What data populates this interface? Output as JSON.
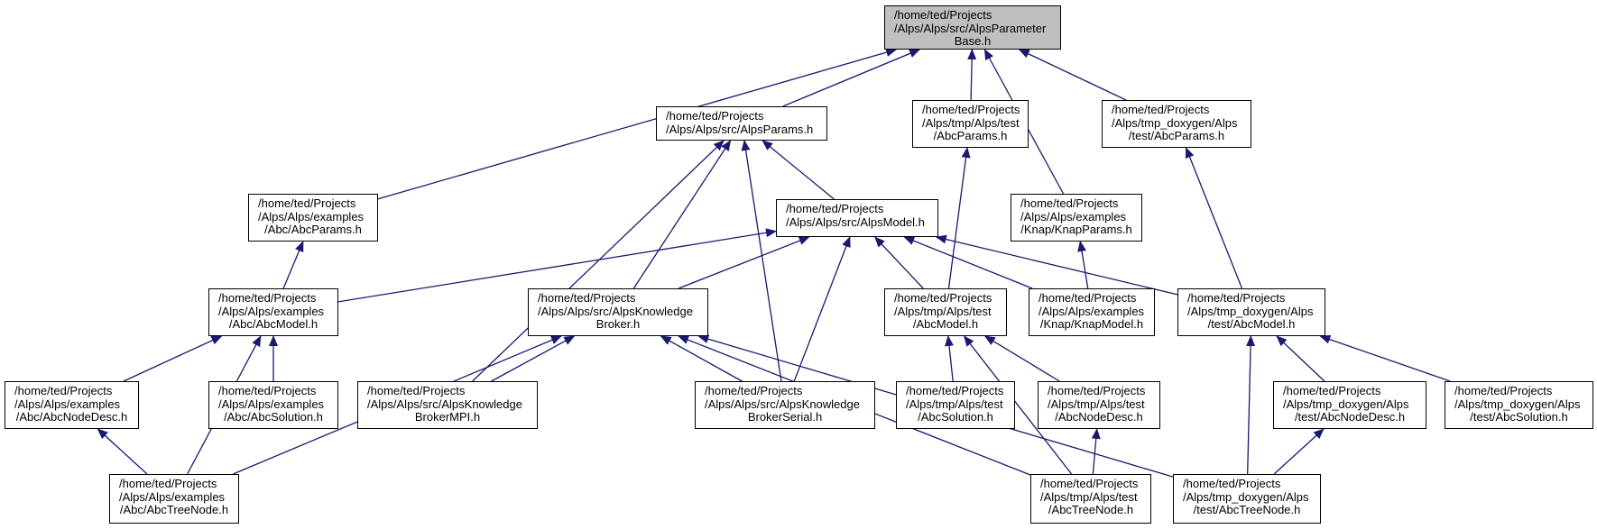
{
  "graph": {
    "edge_color": "#191970",
    "root_fill": "#bfbfbf",
    "nodes": [
      {
        "id": "root",
        "lines": [
          "/home/ted/Projects",
          "/Alps/Alps/src/AlpsParameter",
          "Base.h"
        ]
      },
      {
        "id": "alpsparams",
        "lines": [
          "/home/ted/Projects",
          "/Alps/Alps/src/AlpsParams.h"
        ]
      },
      {
        "id": "tmpparams",
        "lines": [
          "/home/ted/Projects",
          "/Alps/tmp/Alps/test",
          "/AbcParams.h"
        ]
      },
      {
        "id": "doxparams",
        "lines": [
          "/home/ted/Projects",
          "/Alps/tmp_doxygen/Alps",
          "/test/AbcParams.h"
        ]
      },
      {
        "id": "exparams",
        "lines": [
          "/home/ted/Projects",
          "/Alps/Alps/examples",
          "/Abc/AbcParams.h"
        ]
      },
      {
        "id": "alpsmodel",
        "lines": [
          "/home/ted/Projects",
          "/Alps/Alps/src/AlpsModel.h"
        ]
      },
      {
        "id": "knapparams",
        "lines": [
          "/home/ted/Projects",
          "/Alps/Alps/examples",
          "/Knap/KnapParams.h"
        ]
      },
      {
        "id": "exmodel",
        "lines": [
          "/home/ted/Projects",
          "/Alps/Alps/examples",
          "/Abc/AbcModel.h"
        ]
      },
      {
        "id": "kbroker",
        "lines": [
          "/home/ted/Projects",
          "/Alps/Alps/src/AlpsKnowledge",
          "Broker.h"
        ]
      },
      {
        "id": "tmpmodel",
        "lines": [
          "/home/ted/Projects",
          "/Alps/tmp/Alps/test",
          "/AbcModel.h"
        ]
      },
      {
        "id": "knapmodel",
        "lines": [
          "/home/ted/Projects",
          "/Alps/Alps/examples",
          "/Knap/KnapModel.h"
        ]
      },
      {
        "id": "doxmodel",
        "lines": [
          "/home/ted/Projects",
          "/Alps/tmp_doxygen/Alps",
          "/test/AbcModel.h"
        ]
      },
      {
        "id": "exnodedesc",
        "lines": [
          "/home/ted/Projects",
          "/Alps/Alps/examples",
          "/Abc/AbcNodeDesc.h"
        ]
      },
      {
        "id": "exsolution",
        "lines": [
          "/home/ted/Projects",
          "/Alps/Alps/examples",
          "/Abc/AbcSolution.h"
        ]
      },
      {
        "id": "brokermpi",
        "lines": [
          "/home/ted/Projects",
          "/Alps/Alps/src/AlpsKnowledge",
          "BrokerMPI.h"
        ]
      },
      {
        "id": "brokerser",
        "lines": [
          "/home/ted/Projects",
          "/Alps/Alps/src/AlpsKnowledge",
          "BrokerSerial.h"
        ]
      },
      {
        "id": "tmpsolution",
        "lines": [
          "/home/ted/Projects",
          "/Alps/tmp/Alps/test",
          "/AbcSolution.h"
        ]
      },
      {
        "id": "tmpnodedesc",
        "lines": [
          "/home/ted/Projects",
          "/Alps/tmp/Alps/test",
          "/AbcNodeDesc.h"
        ]
      },
      {
        "id": "doxnodedesc",
        "lines": [
          "/home/ted/Projects",
          "/Alps/tmp_doxygen/Alps",
          "/test/AbcNodeDesc.h"
        ]
      },
      {
        "id": "doxsolution",
        "lines": [
          "/home/ted/Projects",
          "/Alps/tmp_doxygen/Alps",
          "/test/AbcSolution.h"
        ]
      },
      {
        "id": "extreenode",
        "lines": [
          "/home/ted/Projects",
          "/Alps/Alps/examples",
          "/Abc/AbcTreeNode.h"
        ]
      },
      {
        "id": "tmptreenode",
        "lines": [
          "/home/ted/Projects",
          "/Alps/tmp/Alps/test",
          "/AbcTreeNode.h"
        ]
      },
      {
        "id": "doxtreenode",
        "lines": [
          "/home/ted/Projects",
          "/Alps/tmp_doxygen/Alps",
          "/test/AbcTreeNode.h"
        ]
      }
    ],
    "edges": [
      [
        "root",
        "alpsparams"
      ],
      [
        "root",
        "tmpparams"
      ],
      [
        "root",
        "doxparams"
      ],
      [
        "root",
        "exparams"
      ],
      [
        "root",
        "knapparams"
      ],
      [
        "alpsparams",
        "alpsmodel"
      ],
      [
        "alpsparams",
        "kbroker"
      ],
      [
        "alpsparams",
        "brokermpi"
      ],
      [
        "alpsparams",
        "brokerser"
      ],
      [
        "tmpparams",
        "tmpmodel"
      ],
      [
        "doxparams",
        "doxmodel"
      ],
      [
        "exparams",
        "exmodel"
      ],
      [
        "knapparams",
        "knapmodel"
      ],
      [
        "alpsmodel",
        "exmodel"
      ],
      [
        "alpsmodel",
        "kbroker"
      ],
      [
        "alpsmodel",
        "brokerser"
      ],
      [
        "alpsmodel",
        "tmpmodel"
      ],
      [
        "alpsmodel",
        "knapmodel"
      ],
      [
        "alpsmodel",
        "doxmodel"
      ],
      [
        "exmodel",
        "exnodedesc"
      ],
      [
        "exmodel",
        "exsolution"
      ],
      [
        "exmodel",
        "extreenode"
      ],
      [
        "kbroker",
        "brokermpi"
      ],
      [
        "kbroker",
        "brokerser"
      ],
      [
        "kbroker",
        "extreenode"
      ],
      [
        "kbroker",
        "tmptreenode"
      ],
      [
        "kbroker",
        "doxtreenode"
      ],
      [
        "tmpmodel",
        "tmpsolution"
      ],
      [
        "tmpmodel",
        "tmpnodedesc"
      ],
      [
        "tmpmodel",
        "tmptreenode"
      ],
      [
        "doxmodel",
        "doxnodedesc"
      ],
      [
        "doxmodel",
        "doxsolution"
      ],
      [
        "doxmodel",
        "doxtreenode"
      ],
      [
        "exnodedesc",
        "extreenode"
      ],
      [
        "tmpnodedesc",
        "tmptreenode"
      ],
      [
        "doxnodedesc",
        "doxtreenode"
      ]
    ]
  }
}
